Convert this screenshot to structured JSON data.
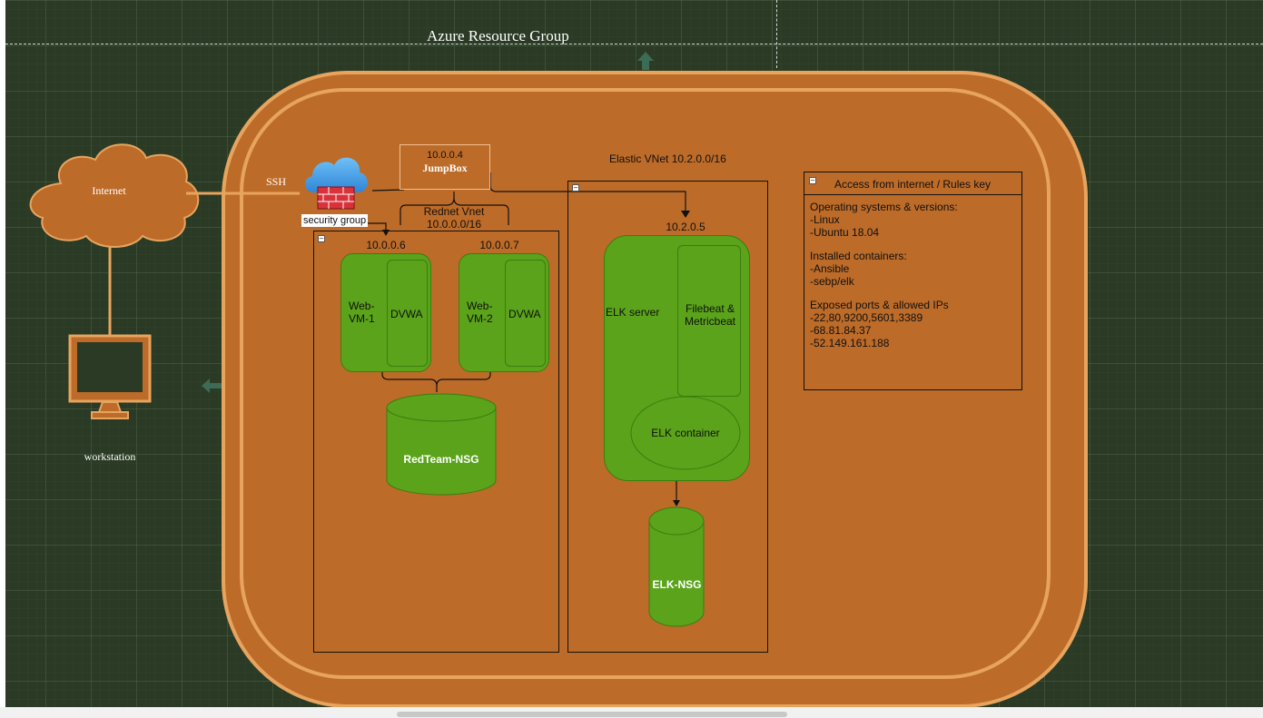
{
  "diagram": {
    "resource_group_title": "Azure Resource Group",
    "internet_label": "Internet",
    "workstation_label": "workstation",
    "ssh_label": "SSH",
    "security_group_label": "security group",
    "jumpbox": {
      "ip": "10.0.0.4",
      "name": "JumpBox"
    },
    "rednet": {
      "label": "Rednet Vnet",
      "cidr": "10.0.0.0/16",
      "vm1": {
        "ip": "10.0.0.6",
        "name": "Web-VM-1",
        "app": "DVWA"
      },
      "vm2": {
        "ip": "10.0.0.7",
        "name": "Web-VM-2",
        "app": "DVWA"
      },
      "nsg": "RedTeam-NSG"
    },
    "elastic": {
      "label": "Elastic VNet 10.2.0.0/16",
      "ip": "10.2.0.5",
      "server": "ELK server",
      "beats": "Filebeat & Metricbeat",
      "container": "ELK container",
      "nsg": "ELK-NSG"
    },
    "rules": {
      "title": "Access from internet / Rules key",
      "os_heading": "Operating systems & versions:",
      "os_items": [
        "-Linux",
        "-Ubuntu 18.04"
      ],
      "containers_heading": "Installed containers:",
      "containers_items": [
        "-Ansible",
        "-sebp/elk"
      ],
      "ports_heading": "Exposed ports & allowed IPs",
      "ports_items": [
        "-22,80,9200,5601,3389",
        "-68.81.84.37",
        "-52.149.161.188"
      ]
    },
    "colors": {
      "canvas": "#2a3a24",
      "resource_group_fill": "#bd6b28",
      "resource_group_border": "#e7a45f",
      "vm_fill": "#5aa31a",
      "firewall": "#d9323b",
      "cloud": "#4aa0e6"
    },
    "icons": [
      "cloud-icon",
      "monitor-icon",
      "firewall-cloud-icon",
      "collapse-icon",
      "arrow-icon"
    ]
  }
}
